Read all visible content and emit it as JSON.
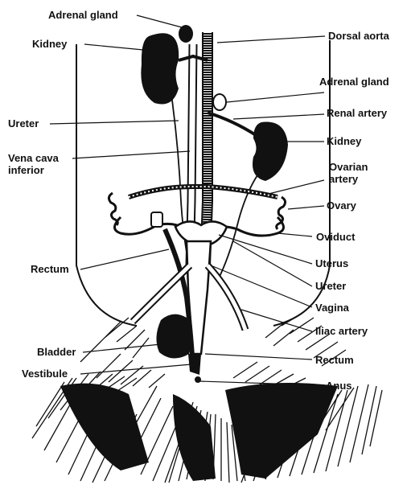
{
  "colors": {
    "ink": "#111111",
    "paper": "#ffffff",
    "organ": "#1a1a1a"
  },
  "labels": {
    "adrenal_gland_left": "Adrenal gland",
    "kidney_left": "Kidney",
    "ureter_left": "Ureter",
    "vena_cava_line1": "Vena cava",
    "vena_cava_line2": "inferior",
    "rectum_left": "Rectum",
    "bladder": "Bladder",
    "vestibule": "Vestibule",
    "dorsal_aorta": "Dorsal aorta",
    "adrenal_gland_right": "Adrenal gland",
    "renal_artery": "Renal artery",
    "kidney_right": "Kidney",
    "ovarian_artery_line1": "Ovarian",
    "ovarian_artery_line2": "artery",
    "ovary": "Ovary",
    "oviduct": "Oviduct",
    "uterus": "Uterus",
    "ureter_right": "Ureter",
    "vagina": "Vagina",
    "iliac_artery": "Iliac artery",
    "rectum_right": "Rectum",
    "anus": "Anus"
  }
}
